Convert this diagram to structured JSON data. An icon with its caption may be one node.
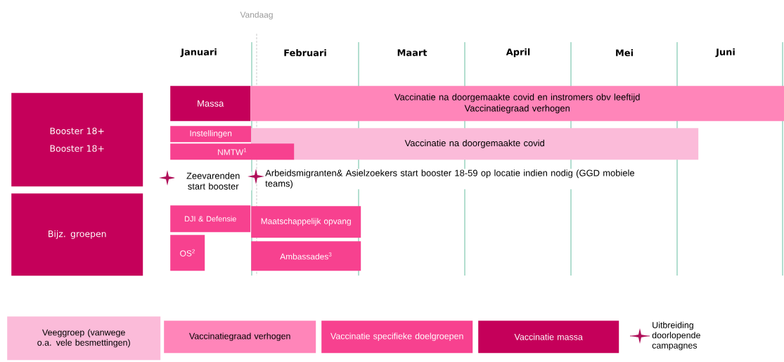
{
  "diagram": {
    "nodes": [
      {
        "text": [
          "Booster 18+",
          "Booster 18+"
        ]
      },
      {
        "text": [
          "Bijz. groepen"
        ]
      },
      {
        "text": [
          "Massa"
        ]
      },
      {
        "text": [
          "Vaccinatie na doorgemaakte covid en  instromers obv leeftijd",
          "Vaccinatiegraad verhogen"
        ]
      },
      {
        "text": [
          "Instellingen"
        ]
      },
      {
        "text": [
          "Vaccinatie na doorgemaakte covid"
        ]
      },
      {
        "text": [
          "NMTW$^{1}$"
        ]
      },
      {
        "text": [
          "DJI & Defensie"
        ]
      },
      {
        "text": [
          "Maatschappelijk opvang"
        ]
      },
      {
        "text": [
          "OS$^{2}$"
        ]
      },
      {
        "text": [
          "Ambassades$^{3}$"
        ]
      }
    ],
    "labels": [
      "Vandaag",
      "Januari",
      "Februari",
      "Maart",
      "April",
      "Mei",
      "Juni",
      "Zeevarenden start booster",
      "Arbeidsmigranten& Asielzoekers start booster 18-59 op locatie indien nodig (GGD mobiele teams)"
    ],
    "legend": [
      {
        "text": "Veeggroep (vanwege o.a. vele besmettingen)",
        "color": "#fbbbd9"
      },
      {
        "text": "Vaccinatiegraad verhogen",
        "color": "#ff85b9"
      },
      {
        "text": "Vaccinatie specifieke doelgroepen",
        "color": "#f7418f"
      },
      {
        "text": "Vaccinatie  massa",
        "color": "#c5005a"
      },
      {
        "text": "Uitbreiding doorlopende campagnes"
      }
    ]
  }
}
